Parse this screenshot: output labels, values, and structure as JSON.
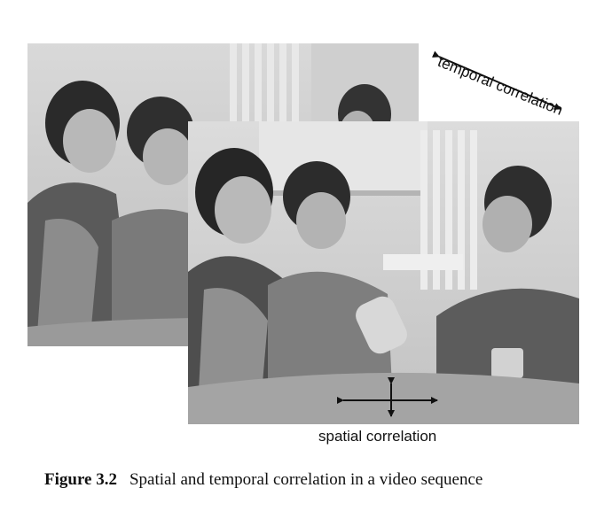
{
  "figure": {
    "temporal_label": "temporal correlation",
    "spatial_label": "spatial correlation",
    "caption_number": "Figure 3.2",
    "caption_text": "Spatial and temporal correlation in a video sequence"
  }
}
